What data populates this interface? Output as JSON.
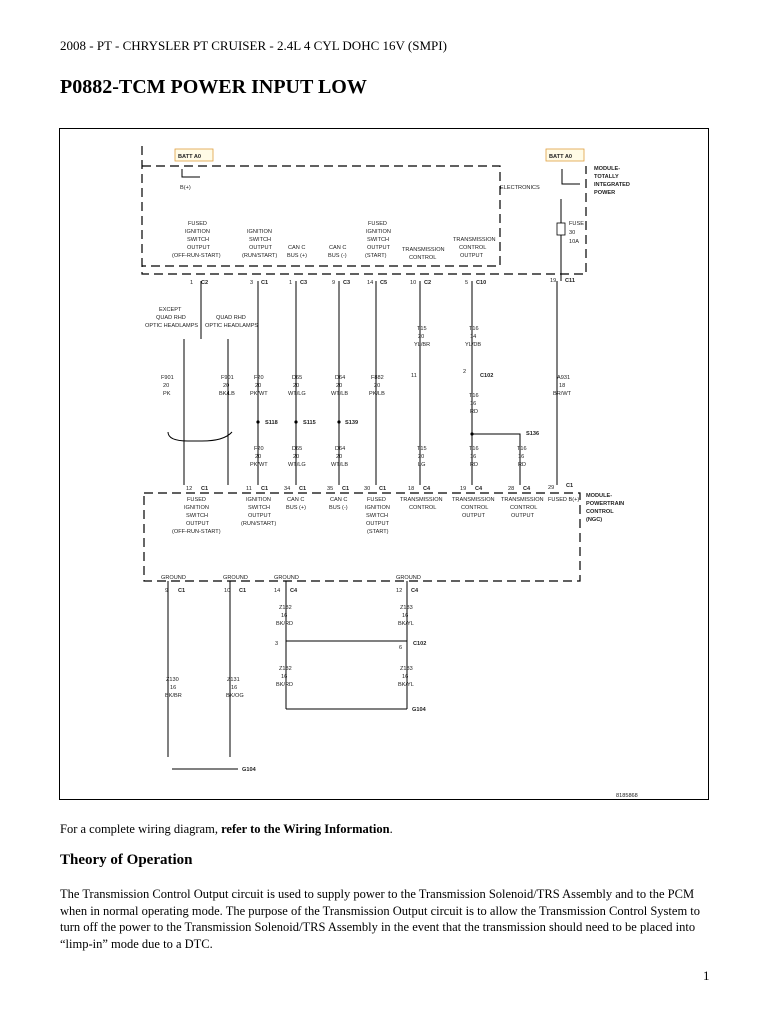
{
  "header": {
    "vehicle": "2008 - PT - CHRYSLER PT CRUISER - 2.4L 4 CYL DOHC 16V (SMPI)"
  },
  "page_title": "P0882-TCM POWER INPUT LOW",
  "diagram": {
    "batt_left": "BATT A0",
    "batt_right": "BATT A0",
    "b_plus": "B(+)",
    "electronics": "ELECTRONICS",
    "tipm": [
      "MODULE-",
      "TOTALLY",
      "INTEGRATED",
      "POWER"
    ],
    "fuse": [
      "FUSE",
      "30",
      "10A"
    ],
    "tipm_circuits": [
      [
        "FUSED",
        "IGNITION",
        "SWITCH",
        "OUTPUT",
        "(OFF-RUN-START)"
      ],
      [
        "IGNITION",
        "SWITCH",
        "OUTPUT",
        "(RUN/START)"
      ],
      [
        "CAN C",
        "BUS (+)"
      ],
      [
        "CAN C",
        "BUS (-)"
      ],
      [
        "FUSED",
        "IGNITION",
        "SWITCH",
        "OUTPUT",
        "(START)"
      ],
      [
        "TRANSMISSION",
        "CONTROL"
      ],
      [
        "TRANSMISSION",
        "CONTROL",
        "OUTPUT"
      ]
    ],
    "tipm_pins": [
      {
        "pin": "1",
        "conn": "C2"
      },
      {
        "pin": "3",
        "conn": "C1"
      },
      {
        "pin": "1",
        "conn": "C3"
      },
      {
        "pin": "9",
        "conn": "C3"
      },
      {
        "pin": "14",
        "conn": "C5"
      },
      {
        "pin": "10",
        "conn": "C2"
      },
      {
        "pin": "5",
        "conn": "C10"
      },
      {
        "pin": "19",
        "conn": "C11"
      }
    ],
    "except_label": [
      "EXCEPT",
      "QUAD RHD",
      "OPTIC HEADLAMPS"
    ],
    "quad_label": [
      "QUAD RHD",
      "OPTIC HEADLAMPS"
    ],
    "wires_upper": [
      [
        "F901",
        "20",
        "PK"
      ],
      [
        "F901",
        "20",
        "BK/LB"
      ],
      [
        "F20",
        "20",
        "PK/WT"
      ],
      [
        "D65",
        "20",
        "WT/LG"
      ],
      [
        "D64",
        "20",
        "WT/LB"
      ],
      [
        "F882",
        "20",
        "PK/LB"
      ],
      [
        "T15",
        "20",
        "YL/BR"
      ],
      [
        "T16",
        "14",
        "YL/DB"
      ],
      [
        "A931",
        "18",
        "BR/WT"
      ]
    ],
    "c102_pins": [
      "11",
      "2"
    ],
    "c102": "C102",
    "t16_mid": [
      "T16",
      "16",
      "RD"
    ],
    "splices": [
      "S118",
      "S115",
      "S139",
      "S136"
    ],
    "wires_lower": [
      [
        "F20",
        "20",
        "PK/WT"
      ],
      [
        "D65",
        "20",
        "WT/LG"
      ],
      [
        "D64",
        "20",
        "WT/LB"
      ],
      [
        "T15",
        "20",
        "LG"
      ],
      [
        "T16",
        "16",
        "RD"
      ],
      [
        "T16",
        "16",
        "RD"
      ]
    ],
    "pcm_pins": [
      {
        "pin": "12",
        "conn": "C1"
      },
      {
        "pin": "11",
        "conn": "C1"
      },
      {
        "pin": "34",
        "conn": "C1"
      },
      {
        "pin": "35",
        "conn": "C1"
      },
      {
        "pin": "30",
        "conn": "C1"
      },
      {
        "pin": "18",
        "conn": "C4"
      },
      {
        "pin": "19",
        "conn": "C4"
      },
      {
        "pin": "28",
        "conn": "C4"
      },
      {
        "pin": "29",
        "conn": "C1"
      }
    ],
    "pcm_circuits": [
      [
        "FUSED",
        "IGNITION",
        "SWITCH",
        "OUTPUT",
        "(OFF-RUN-START)"
      ],
      [
        "IGNITION",
        "SWITCH",
        "OUTPUT",
        "(RUN/START)"
      ],
      [
        "CAN C",
        "BUS (+)"
      ],
      [
        "CAN C",
        "BUS (-)"
      ],
      [
        "FUSED",
        "IGNITION",
        "SWITCH",
        "OUTPUT",
        "(START)"
      ],
      [
        "TRANSMISSION",
        "CONTROL"
      ],
      [
        "TRANSMISSION",
        "CONTROL",
        "OUTPUT"
      ],
      [
        "TRANSMISSION",
        "CONTROL",
        "OUTPUT"
      ],
      [
        "FUSED B(+)"
      ]
    ],
    "pcm": [
      "MODULE-",
      "POWERTRAIN",
      "CONTROL",
      "(NGC)"
    ],
    "ground_label": "GROUND",
    "ground_pins": [
      {
        "pin": "9",
        "conn": "C1"
      },
      {
        "pin": "10",
        "conn": "C1"
      },
      {
        "pin": "14",
        "conn": "C4"
      },
      {
        "pin": "12",
        "conn": "C4"
      }
    ],
    "ground_wires": [
      [
        "Z132",
        "16",
        "BK/RD"
      ],
      [
        "Z133",
        "16",
        "BK/YL"
      ],
      [
        "Z132",
        "16",
        "BK/RD"
      ],
      [
        "Z133",
        "16",
        "BK/YL"
      ],
      [
        "Z130",
        "16",
        "BK/BR"
      ],
      [
        "Z131",
        "16",
        "BK/OG"
      ]
    ],
    "c102_low_pins": [
      "3",
      "6"
    ],
    "g104": "G104",
    "figure_id": "8185868"
  },
  "note": {
    "prefix": "For a complete wiring diagram, ",
    "link": "refer to the Wiring Information",
    "suffix": "."
  },
  "section_heading": "Theory of Operation",
  "paragraph": "The Transmission Control Output circuit is used to supply power to the Transmission Solenoid/TRS Assembly and to the PCM when in normal operating mode. The purpose of the Transmission Output circuit is to allow the Transmission Control System to turn off the power to the Transmission Solenoid/TRS Assembly in the event that the transmission should need to be placed into “limp-in” mode due to a DTC.",
  "page_number": "1"
}
